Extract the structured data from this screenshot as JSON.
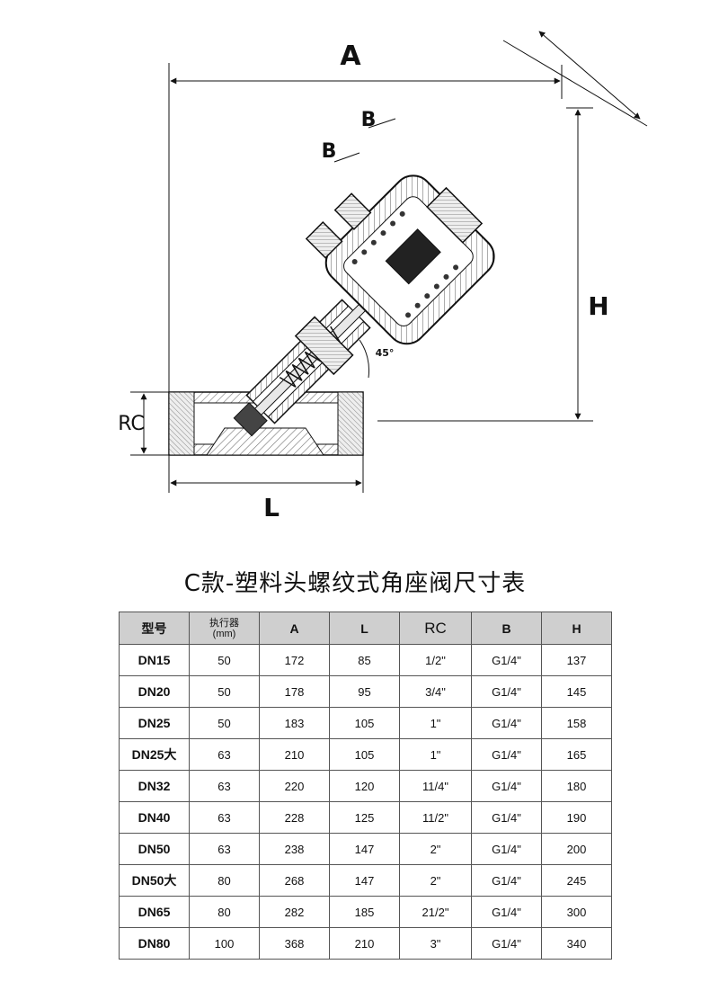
{
  "drawing": {
    "dimension_A": "A",
    "dimension_B_upper": "B",
    "dimension_B_lower": "B",
    "dimension_H": "H",
    "dimension_L": "L",
    "dimension_RC": "RC",
    "angle_label": "45°"
  },
  "table": {
    "title": "C款-塑料头螺纹式角座阀尺寸表",
    "headers": [
      "型号",
      "执行器\n(mm)",
      "A",
      "L",
      "RC",
      "B",
      "H"
    ],
    "rows": [
      [
        "DN15",
        "50",
        "172",
        "85",
        "1/2\"",
        "G1/4\"",
        "137"
      ],
      [
        "DN20",
        "50",
        "178",
        "95",
        "3/4\"",
        "G1/4\"",
        "145"
      ],
      [
        "DN25",
        "50",
        "183",
        "105",
        "1\"",
        "G1/4\"",
        "158"
      ],
      [
        "DN25大",
        "63",
        "210",
        "105",
        "1\"",
        "G1/4\"",
        "165"
      ],
      [
        "DN32",
        "63",
        "220",
        "120",
        "11/4\"",
        "G1/4\"",
        "180"
      ],
      [
        "DN40",
        "63",
        "228",
        "125",
        "11/2\"",
        "G1/4\"",
        "190"
      ],
      [
        "DN50",
        "63",
        "238",
        "147",
        "2\"",
        "G1/4\"",
        "200"
      ],
      [
        "DN50大",
        "80",
        "268",
        "147",
        "2\"",
        "G1/4\"",
        "245"
      ],
      [
        "DN65",
        "80",
        "282",
        "185",
        "21/2\"",
        "G1/4\"",
        "300"
      ],
      [
        "DN80",
        "100",
        "368",
        "210",
        "3\"",
        "G1/4\"",
        "340"
      ]
    ]
  }
}
